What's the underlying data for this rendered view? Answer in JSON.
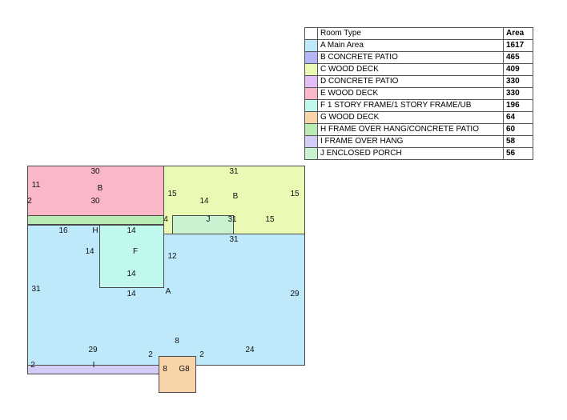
{
  "legend": {
    "header_type": "Room Type",
    "header_area": "Area",
    "rows": [
      {
        "type": "A Main Area",
        "area": "1617",
        "color": "#bde9fb"
      },
      {
        "type": "B CONCRETE PATIO",
        "area": "465",
        "color": "#b3b7f3"
      },
      {
        "type": "C WOOD DECK",
        "area": "409",
        "color": "#eaf9b3"
      },
      {
        "type": "D CONCRETE PATIO",
        "area": "330",
        "color": "#e3bdf6"
      },
      {
        "type": "E WOOD DECK",
        "area": "330",
        "color": "#f9b7c7"
      },
      {
        "type": "F 1 STORY FRAME/1 STORY FRAME/UB",
        "area": "196",
        "color": "#c1f8ee"
      },
      {
        "type": "G WOOD DECK",
        "area": "64",
        "color": "#f9d3aa"
      },
      {
        "type": "H FRAME OVER HANG/CONCRETE PATIO",
        "area": "60",
        "color": "#b9ecb5"
      },
      {
        "type": "I FRAME OVER HANG",
        "area": "58",
        "color": "#d1cdf7"
      },
      {
        "type": "J ENCLOSED PORCH",
        "area": "56",
        "color": "#c9f3d0"
      }
    ]
  },
  "sketch": {
    "labels": {
      "b_pink_top": "30",
      "b_pink_left": "11",
      "b_pink_letter": "B",
      "b_pink_mid": "30",
      "b_pink_2": "2",
      "c_top": "31",
      "c_left": "15",
      "c_mid": "14",
      "c_letter": "B",
      "c_right": "15",
      "j_4": "4",
      "j_letter": "J",
      "j_31": "31",
      "j_15": "15",
      "h_16": "16",
      "h_letter": "H",
      "f_top": "14",
      "a_31_top": "31",
      "f_left": "14",
      "f_letter": "F",
      "f_right": "12",
      "f_bottom": "14",
      "a_left": "31",
      "a_14": "14",
      "a_letter": "A",
      "a_right": "29",
      "g_top": "8",
      "a_29": "29",
      "g_2l": "2",
      "g_2r": "2",
      "a_24": "24",
      "i_2": "2",
      "i_letter": "I",
      "g_8": "8",
      "g_letter": "G8"
    }
  }
}
